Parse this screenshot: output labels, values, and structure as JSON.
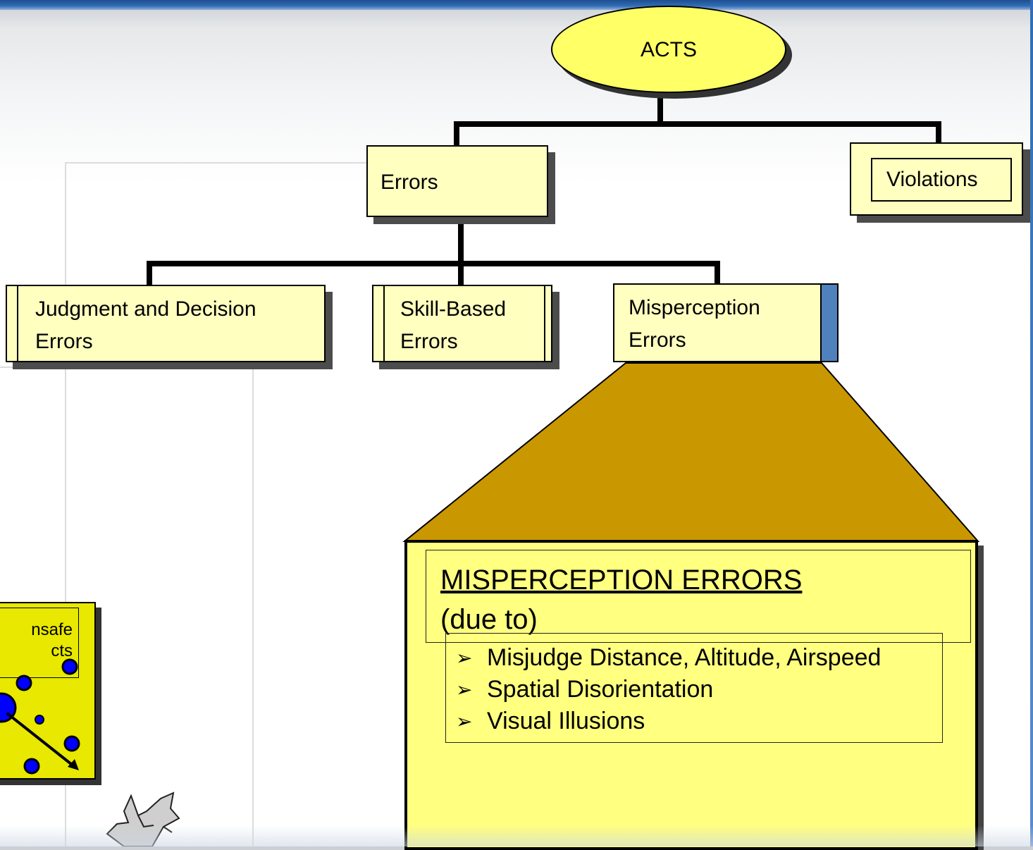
{
  "root": {
    "label": "ACTS"
  },
  "level1": {
    "errors": "Errors",
    "violations": "Violations"
  },
  "level2": {
    "judgment": {
      "line1": "Judgment and Decision",
      "line2": "Errors"
    },
    "skill": {
      "line1": "Skill-Based",
      "line2": "Errors"
    },
    "misperception": {
      "line1": "Misperception",
      "line2": "Errors"
    }
  },
  "detail": {
    "title": "MISPERCEPTION ERRORS",
    "subtitle": "(due to)",
    "items": [
      "Misjudge Distance, Altitude, Airspeed",
      "Spatial Disorientation",
      "Visual Illusions"
    ],
    "bullet_glyph": "➢"
  },
  "mini": {
    "line1": "nsafe",
    "line2": "cts"
  },
  "colors": {
    "box_fill": "#ffffc0",
    "ellipse_fill": "#ffff66",
    "callout_fill": "#c99700",
    "detail_fill": "#ffff80",
    "accent_blue": "#4f81bd",
    "mini_fill": "#e8e800",
    "dot_blue": "#0000ff"
  }
}
